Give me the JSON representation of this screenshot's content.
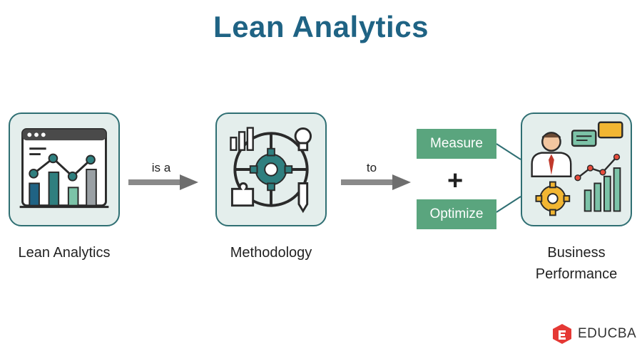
{
  "title": "Lean Analytics",
  "colors": {
    "title": "#1f6384",
    "accent_teal": "#2f7f7f",
    "box_green": "#5aa57e",
    "card_bg": "#e4eeec",
    "brand_red": "#e53935"
  },
  "nodes": [
    {
      "label": "Lean Analytics",
      "icon": "analytics-dashboard-icon"
    },
    {
      "label": "Methodology",
      "icon": "methodology-gear-icon"
    },
    {
      "label_line1": "Business",
      "label_line2": "Performance",
      "icon": "business-performance-icon"
    }
  ],
  "connectors": [
    {
      "label": "is a"
    },
    {
      "label": "to"
    }
  ],
  "outcomes": {
    "measure": "Measure",
    "plus": "+",
    "optimize": "Optimize"
  },
  "brand": {
    "name": "EDUCBA",
    "icon": "educba-logo-icon"
  }
}
